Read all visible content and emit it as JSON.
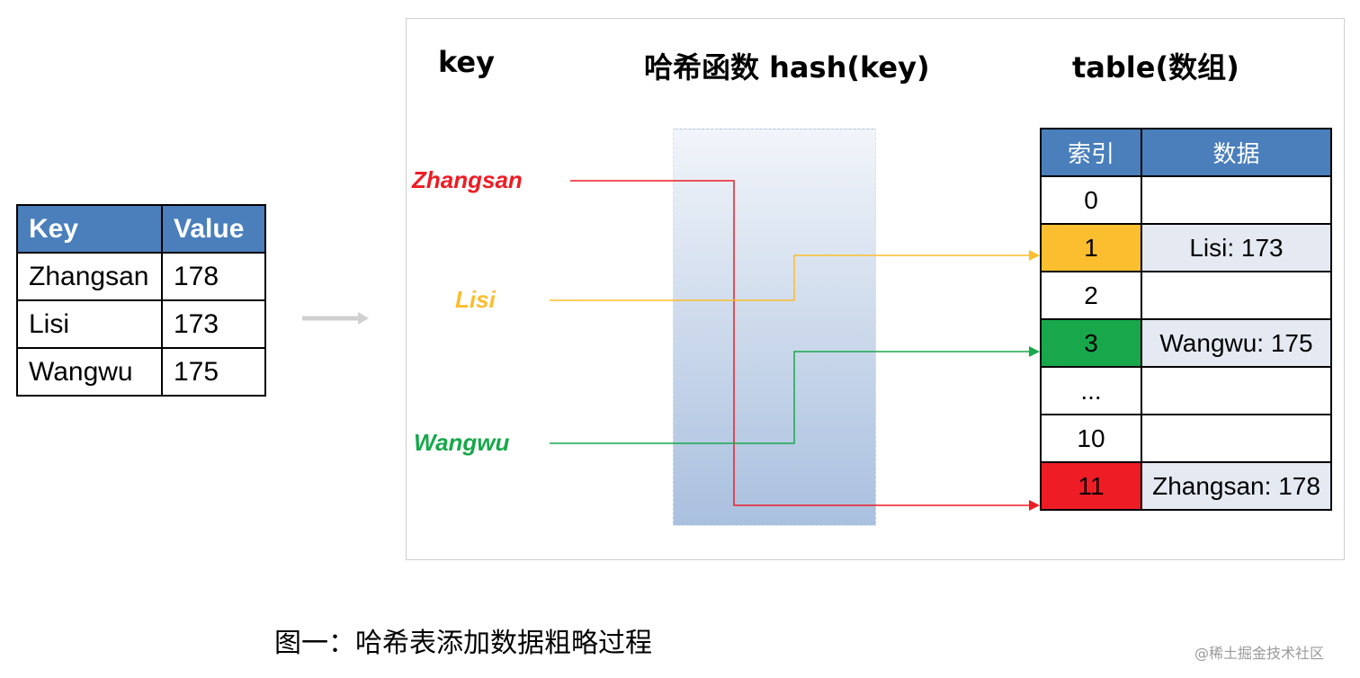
{
  "kv_table": {
    "headers": [
      "Key",
      "Value"
    ],
    "rows": [
      [
        "Zhangsan",
        "178"
      ],
      [
        "Lisi",
        "173"
      ],
      [
        "Wangwu",
        "175"
      ]
    ]
  },
  "panel": {
    "key_header": "key",
    "hash_header": "哈希函数  hash(key)",
    "table_header": "table(数组)"
  },
  "keys": [
    {
      "name": "Zhangsan",
      "color": "#ee1c24",
      "target_index": "11"
    },
    {
      "name": "Lisi",
      "color": "#fbbe2e",
      "target_index": "1"
    },
    {
      "name": "Wangwu",
      "color": "#18a84b",
      "target_index": "3"
    }
  ],
  "hash_table": {
    "headers": [
      "索引",
      "数据"
    ],
    "rows": [
      {
        "index": "0",
        "data": "",
        "index_color": "#ffffff",
        "data_color": "#ffffff"
      },
      {
        "index": "1",
        "data": "Lisi: 173",
        "index_color": "#fbbe2e",
        "data_color": "#e4e9f2"
      },
      {
        "index": "2",
        "data": "",
        "index_color": "#ffffff",
        "data_color": "#ffffff"
      },
      {
        "index": "3",
        "data": "Wangwu:  175",
        "index_color": "#18a84b",
        "data_color": "#e4e9f2"
      },
      {
        "index": "...",
        "data": "",
        "index_color": "#ffffff",
        "data_color": "#ffffff"
      },
      {
        "index": "10",
        "data": "",
        "index_color": "#ffffff",
        "data_color": "#ffffff"
      },
      {
        "index": "11",
        "data": "Zhangsan: 178",
        "index_color": "#ee1c24",
        "data_color": "#e4e9f2"
      }
    ]
  },
  "colors": {
    "header_blue": "#4a7fbb",
    "zhangsan": "#ee1c24",
    "lisi": "#fbbe2e",
    "wangwu": "#18a84b"
  },
  "caption": "图一：哈希表添加数据粗略过程",
  "watermark": "@稀土掘金技术社区"
}
